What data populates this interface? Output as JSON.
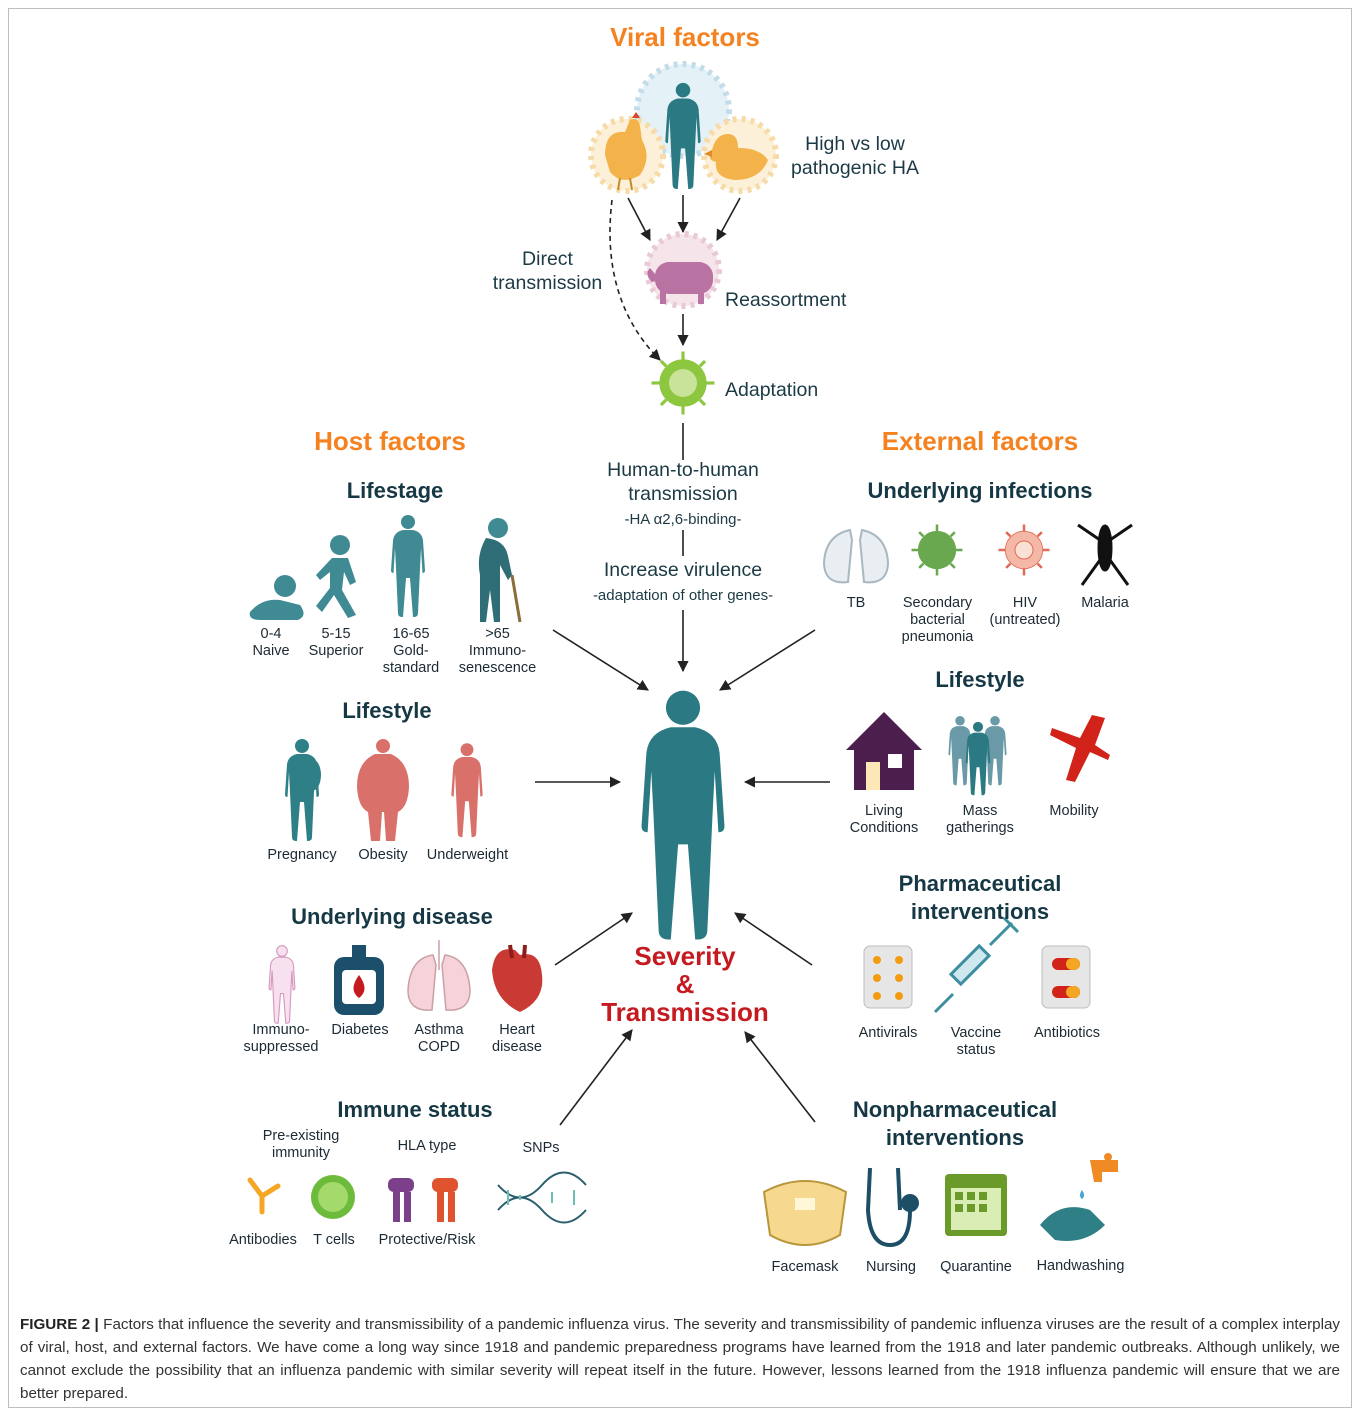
{
  "viral": {
    "title": "Viral factors",
    "ha_label": "High vs low\npathogenic HA",
    "direct_label": "Direct\ntransmission",
    "reassort_label": "Reassortment",
    "adapt_label": "Adaptation",
    "h2h_label": "Human-to-human\ntransmission",
    "h2h_sub": "-HA α2,6-binding-",
    "vir_label": "Increase virulence",
    "vir_sub": "-adaptation of other genes-"
  },
  "host": {
    "title": "Host factors",
    "lifestage": {
      "title": "Lifestage",
      "items": [
        "0-4\nNaive",
        "5-15\nSuperior",
        "16-65\nGold-\nstandard",
        ">65\nImmuno-\nsenescence"
      ]
    },
    "lifestyle": {
      "title": "Lifestyle",
      "items": [
        "Pregnancy",
        "Obesity",
        "Underweight"
      ]
    },
    "disease": {
      "title": "Underlying disease",
      "items": [
        "Immuno-\nsuppressed",
        "Diabetes",
        "Asthma\nCOPD",
        "Heart\ndisease"
      ]
    },
    "immune": {
      "title": "Immune status",
      "group1": "Pre-existing\nimmunity",
      "group2": "HLA type",
      "group3": "SNPs",
      "items": [
        "Antibodies",
        "T cells",
        "Protective/Risk"
      ]
    }
  },
  "external": {
    "title": "External factors",
    "infections": {
      "title": "Underlying infections",
      "items": [
        "TB",
        "Secondary\nbacterial\npneumonia",
        "HIV\n(untreated)",
        "Malaria"
      ]
    },
    "lifestyle": {
      "title": "Lifestyle",
      "items": [
        "Living\nConditions",
        "Mass\ngatherings",
        "Mobility"
      ]
    },
    "pharma": {
      "title": "Pharmaceutical\ninterventions",
      "items": [
        "Antivirals",
        "Vaccine\nstatus",
        "Antibiotics"
      ]
    },
    "nonpharma": {
      "title": "Nonpharmaceutical\ninterventions",
      "items": [
        "Facemask",
        "Nursing",
        "Quarantine",
        "Handwashing"
      ]
    }
  },
  "center": {
    "title": "Severity\n&\nTransmission"
  },
  "caption": {
    "lead": "FIGURE 2 |",
    "text": " Factors that influence the severity and transmissibility of a pandemic influenza virus. The severity and transmissibility of pandemic influenza viruses are the result of a complex interplay of viral, host, and external factors. We have come a long way since 1918 and pandemic preparedness programs have learned from the 1918 and later pandemic outbreaks. Although unlikely, we cannot exclude the possibility that an influenza pandemic with similar severity will repeat itself in the future. However, lessons learned from the 1918 influenza pandemic will ensure that we are better prepared."
  },
  "colors": {
    "teal": "#2b7a83",
    "orange": "#f58220",
    "red": "#c51a1f",
    "navy": "#163845",
    "salmon": "#d9716a",
    "purple": "#4b1e4e",
    "green": "#8dc63f"
  }
}
